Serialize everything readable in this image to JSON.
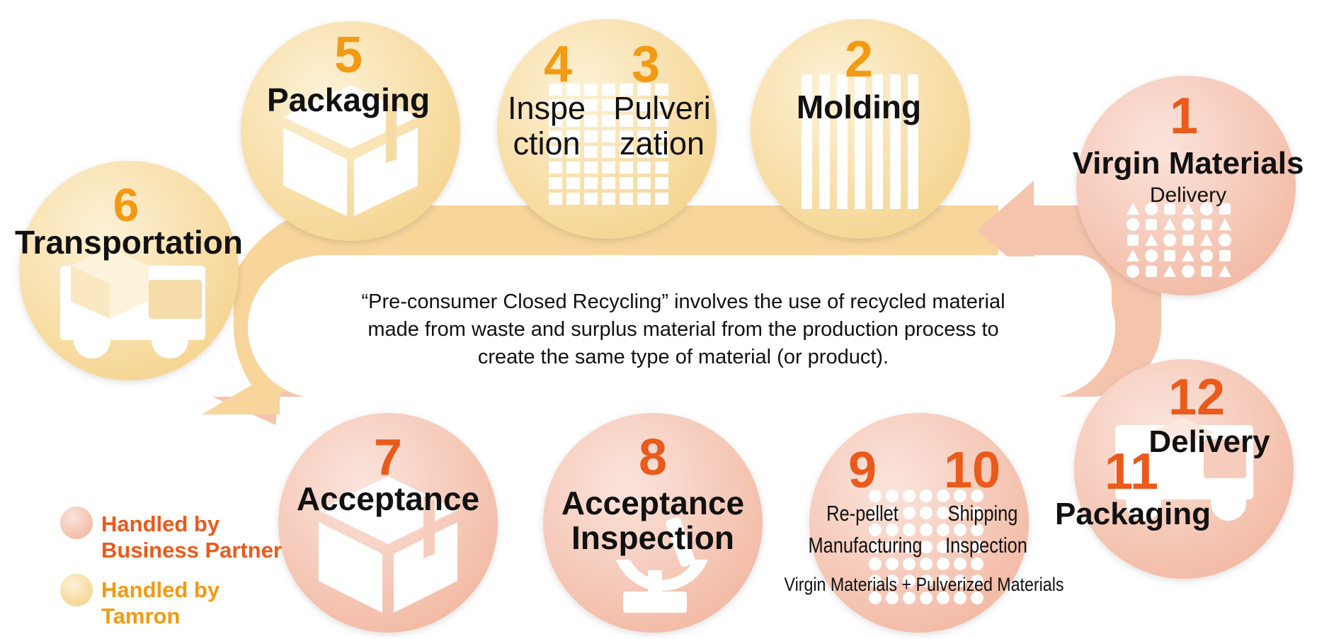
{
  "description": {
    "line1": "“Pre-consumer Closed Recycling” involves the use of recycled material",
    "line2": "made from waste and surplus material from the production process to",
    "line3": "create the same type of material (or product)."
  },
  "steps": {
    "s1": {
      "num": "1",
      "title": "Virgin Materials",
      "sub": "Delivery",
      "handler": "Business Partner"
    },
    "s2": {
      "num": "2",
      "title": "Molding",
      "handler": "Tamron"
    },
    "s3": {
      "num": "3",
      "line1": "Pulveri",
      "line2": "zation",
      "handler": "Tamron"
    },
    "s4": {
      "num": "4",
      "line1": "Inspe",
      "line2": "ction",
      "handler": "Tamron"
    },
    "s5": {
      "num": "5",
      "title": "Packaging",
      "handler": "Tamron"
    },
    "s6": {
      "num": "6",
      "title": "Transportation",
      "handler": "Tamron"
    },
    "s7": {
      "num": "7",
      "title": "Acceptance",
      "handler": "Business Partner"
    },
    "s8": {
      "num": "8",
      "line1": "Acceptance",
      "line2": "Inspection",
      "handler": "Business Partner"
    },
    "s9": {
      "num": "9",
      "line1": "Re-pellet",
      "line2": "Manufacturing",
      "handler": "Business Partner"
    },
    "s10": {
      "num": "10",
      "line1": "Shipping",
      "line2": "Inspection",
      "handler": "Business Partner"
    },
    "s9_caption": "Virgin Materials + Pulverized Materials",
    "s11": {
      "num": "11",
      "title": "Packaging",
      "handler": "Business Partner"
    },
    "s12": {
      "num": "12",
      "title": "Delivery",
      "handler": "Business Partner"
    }
  },
  "legend": {
    "partner_line1": "Handled by",
    "partner_line2": "Business Partner",
    "tamron_line1": "Handled by",
    "tamron_line2": "Tamron"
  },
  "colors": {
    "tamron_circle": "#f8d994",
    "partner_circle": "#f4c1b2",
    "tamron_number": "#f39a12",
    "partner_number": "#ea5a1b",
    "arrow_top": "#f7d193",
    "arrow_bottom": "#f4bfa6"
  }
}
